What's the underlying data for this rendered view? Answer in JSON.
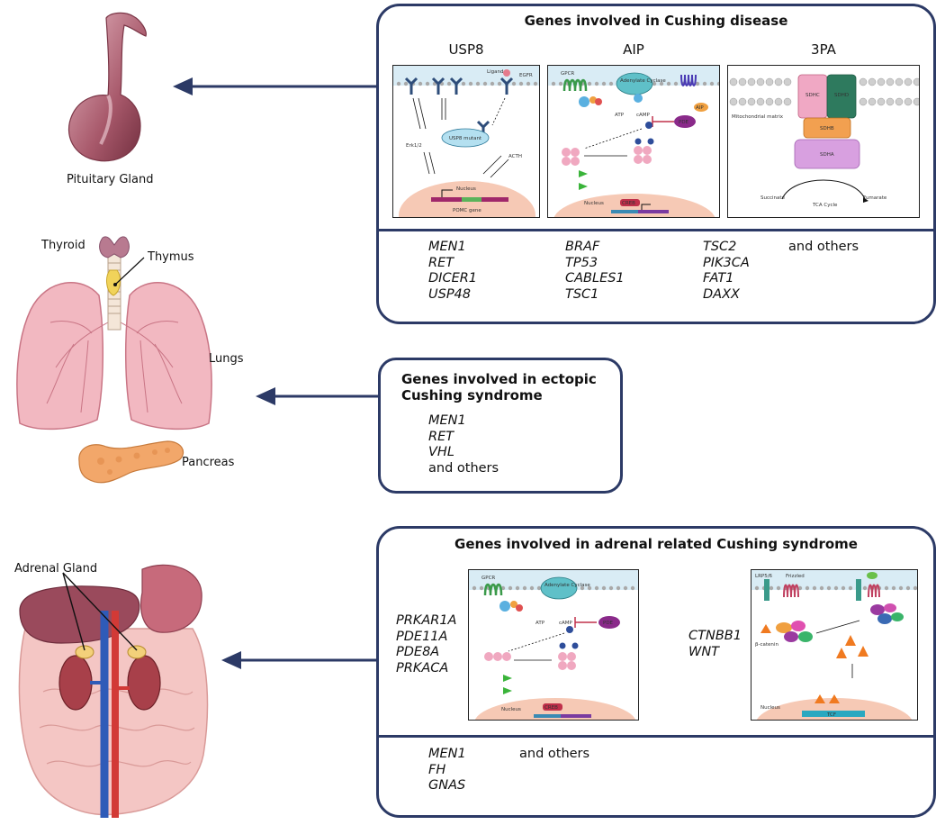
{
  "organs": {
    "pituitary_label": "Pituitary Gland",
    "thyroid_label": "Thyroid",
    "thymus_label": "Thymus",
    "lungs_label": "Lungs",
    "pancreas_label": "Pancreas",
    "adrenal_label": "Adrenal Gland"
  },
  "cushing_disease": {
    "title": "Genes involved in Cushing disease",
    "panels": [
      {
        "title": "USP8"
      },
      {
        "title": "AIP"
      },
      {
        "title": "3PA"
      }
    ],
    "gene_columns": [
      [
        "MEN1",
        "RET",
        "DICER1",
        "USP48"
      ],
      [
        "BRAF",
        "TP53",
        "CABLES1",
        "TSC1"
      ],
      [
        "TSC2",
        "PIK3CA",
        "FAT1",
        "DAXX"
      ]
    ],
    "others": "and others"
  },
  "ectopic": {
    "title_line1": "Genes involved in ectopic",
    "title_line2": "Cushing syndrome",
    "genes": [
      "MEN1",
      "RET",
      "VHL"
    ],
    "others": "and others"
  },
  "adrenal": {
    "title": "Genes involved in adrenal related Cushing syndrome",
    "genes_left": [
      "PRKAR1A",
      "PDE11A",
      "PDE8A",
      "PRKACA"
    ],
    "genes_right": [
      "CTNBB1",
      "WNT"
    ],
    "genes_bottom": [
      "MEN1",
      "FH",
      "GNAS"
    ],
    "others": "and others"
  },
  "diagram_text": {
    "usp8_ligand": "Ligand",
    "usp8_egfr": "EGFR",
    "usp8_erk": "Erk1/2",
    "usp8_mutant": "USP8 mutant",
    "usp8_nucleus": "Nucleus",
    "usp8_pomc": "POMC gene",
    "usp8_acth": "ACTH",
    "aip_gpcr": "GPCR",
    "aip_ac": "Adenylate Cyclase",
    "aip_camp": "cAMP",
    "aip_atp": "ATP",
    "aip_pde": "PDE",
    "aip_aip": "AIP",
    "aip_creb": "CREB",
    "aip_nucleus": "Nucleus",
    "pa_sdhc": "SDHC",
    "pa_sdhd": "SDHD",
    "pa_sdhb": "SDHB",
    "pa_sdha": "SDHA",
    "pa_matrix": "Mitochondrial matrix",
    "pa_succinate": "Succinate",
    "pa_fumarate": "Fumarate",
    "pa_tca": "TCA Cycle",
    "wnt_frizzled": "Frizzled",
    "wnt_lrp": "LRP5/6",
    "wnt_catenin": "β-catenin",
    "wnt_tcf": "TCF",
    "wnt_nucleus": "Nucleus"
  },
  "colors": {
    "frame": "#2c3a66",
    "arrow": "#2c3a66",
    "pituitary": "#9c4a5e",
    "lung": "#f1b4bd",
    "thyroid": "#b87a90",
    "pancreas": "#f2a76a",
    "nucleus": "#f6c9b5"
  }
}
